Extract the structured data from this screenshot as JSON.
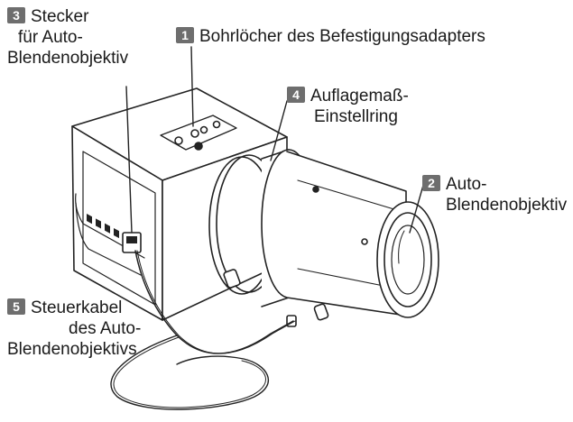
{
  "callouts": [
    {
      "number": "3",
      "lines": [
        "Stecker",
        "für Auto-",
        "Blendenobjektiv"
      ]
    },
    {
      "number": "1",
      "lines": [
        "Bohrlöcher des Befestigungsadapters"
      ]
    },
    {
      "number": "4",
      "lines": [
        "Auflagemaß-",
        "Einstellring"
      ]
    },
    {
      "number": "2",
      "lines": [
        "Auto-",
        "Blendenobjektiv"
      ]
    },
    {
      "number": "5",
      "lines": [
        "Steuerkabel",
        "des Auto-",
        "Blendenobjektivs"
      ]
    }
  ],
  "colors": {
    "badge": "#6e6e6e",
    "line_art": "#222222",
    "background": "#ffffff"
  }
}
